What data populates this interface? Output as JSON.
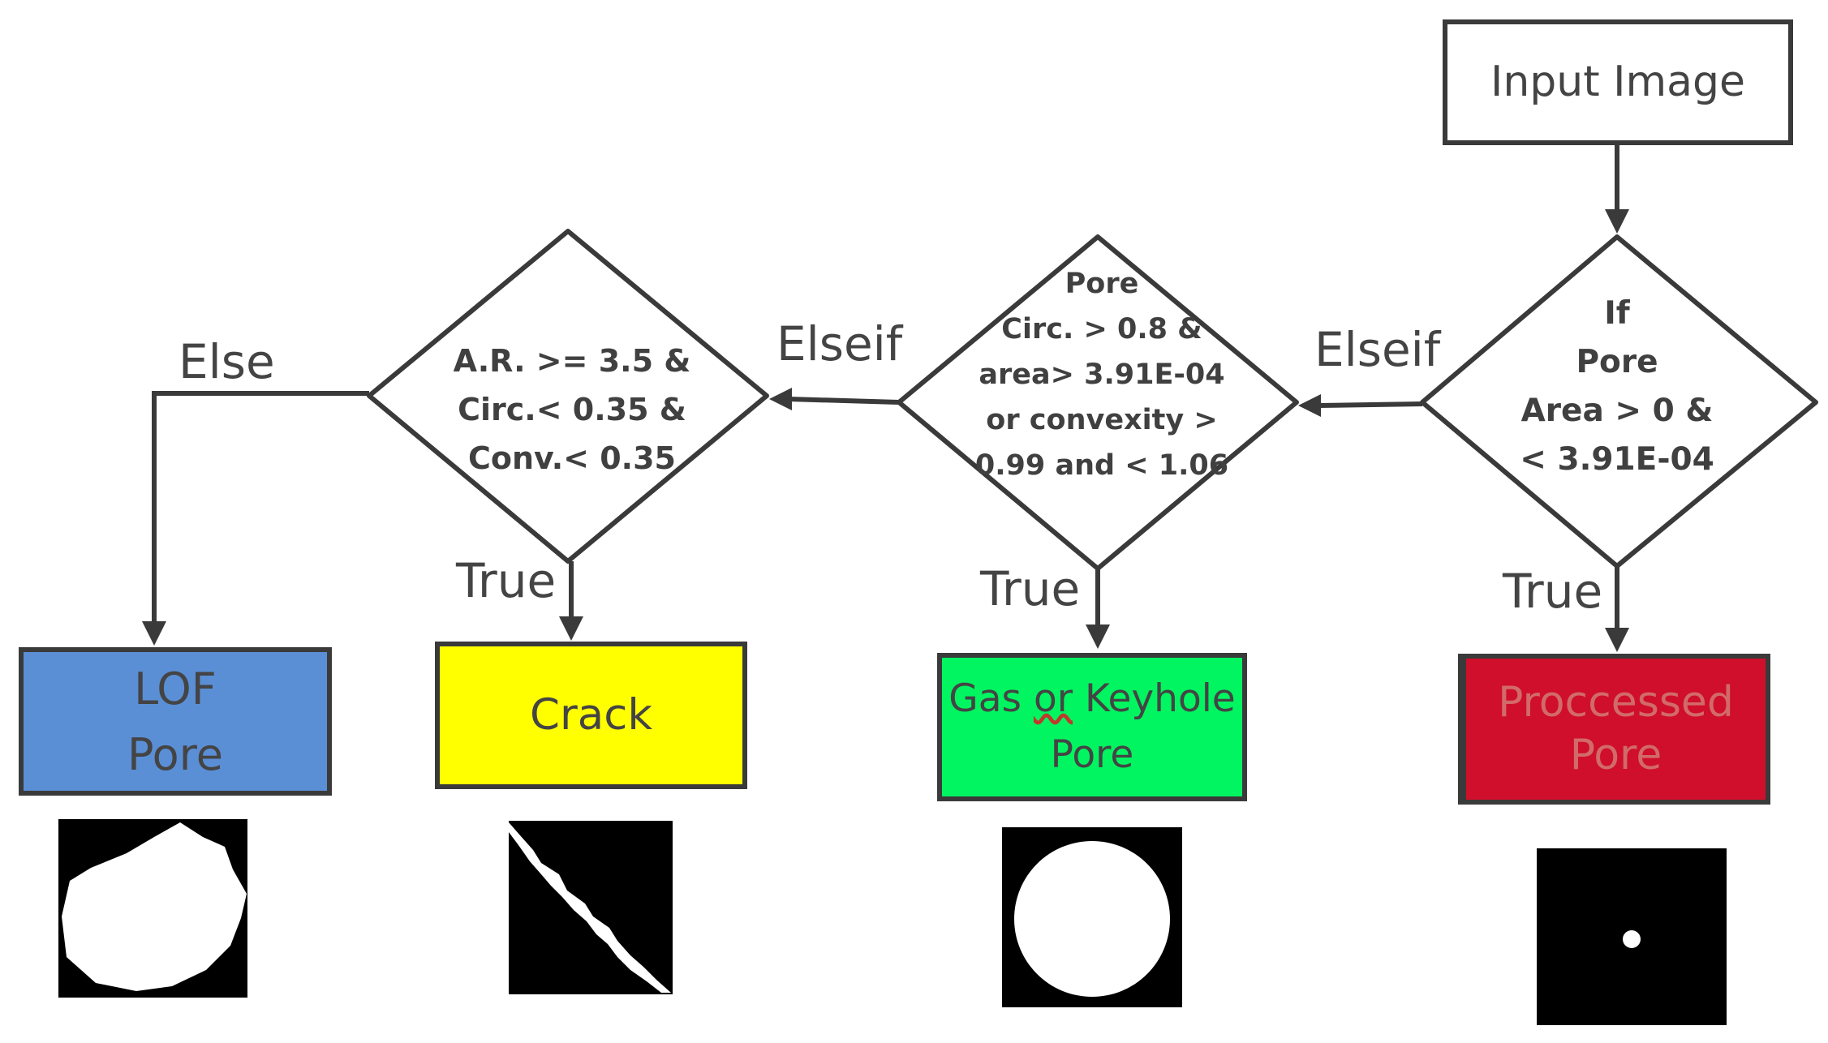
{
  "diagram": {
    "start_label": "Input Image",
    "decision_1": {
      "lines": [
        "If",
        "Pore",
        "Area > 0 &",
        "< 3.91E-04"
      ]
    },
    "decision_2": {
      "lines": [
        "Pore",
        "Circ. > 0.8 &",
        "area> 3.91E-04",
        "or convexity >",
        "0.99 and < 1.06"
      ]
    },
    "decision_3": {
      "lines": [
        "A.R. >= 3.5 &",
        "Circ.< 0.35 &",
        "Conv.< 0.35"
      ]
    },
    "edge_labels": {
      "true_1": "True",
      "true_2": "True",
      "true_3": "True",
      "elseif_1": "Elseif",
      "elseif_2": "Elseif",
      "else": "Else"
    },
    "outcomes": {
      "processed": {
        "line1": "Proccessed",
        "line2": "Pore",
        "color": "#cf0f2b"
      },
      "gas_keyhole": {
        "line1_a": "Gas ",
        "line1_b": "or",
        "line1_c": " Keyhole",
        "line2": "Pore",
        "color": "#00f560"
      },
      "crack": {
        "line1": "Crack",
        "color": "#ffff00"
      },
      "lof": {
        "line1": "LOF",
        "line2": "Pore",
        "color": "#5a8fd6"
      }
    },
    "colors": {
      "stroke": "#3a3a3a",
      "text": "#444444"
    }
  }
}
